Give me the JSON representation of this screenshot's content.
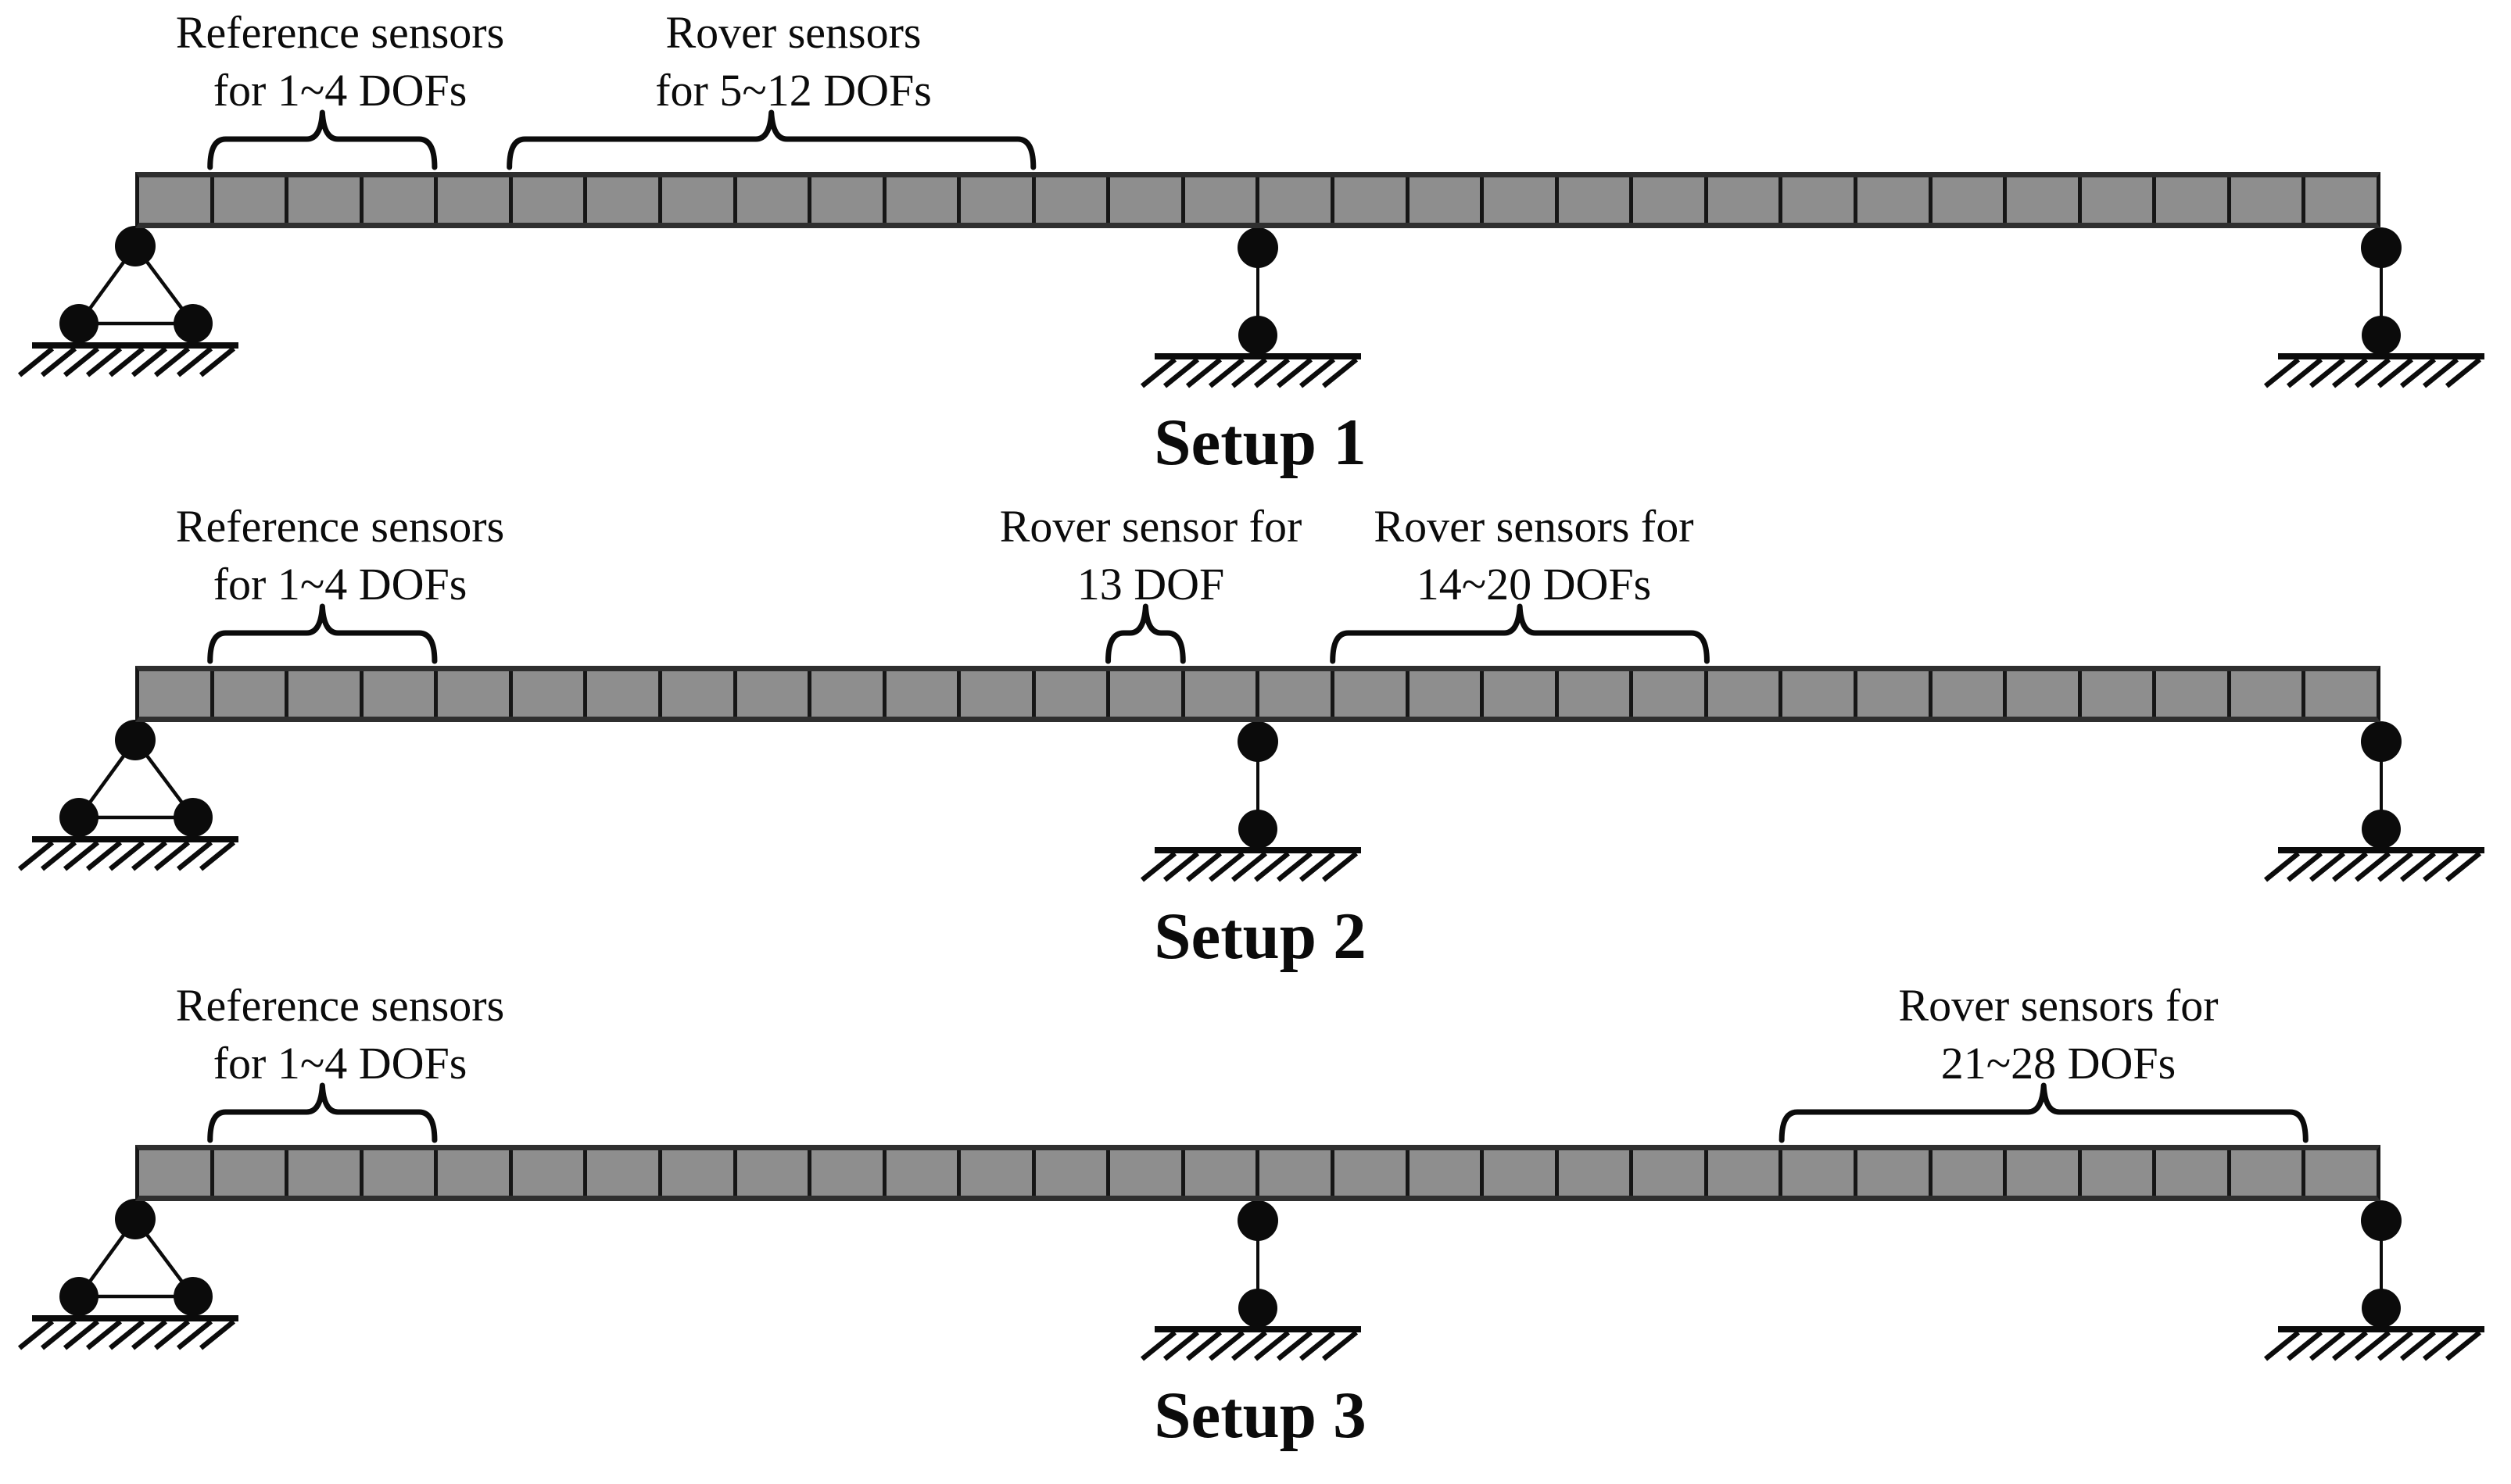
{
  "figure": {
    "colors": {
      "background": "#ffffff",
      "beam_fill": "#8e8e8e",
      "beam_edge": "#2f2f2f",
      "beam_divider": "#161616",
      "ink": "#0b0b0b"
    },
    "beam": {
      "spans": 2,
      "segments_per_span": 15,
      "total_segments": 30
    },
    "supports": [
      "pin",
      "roller",
      "roller"
    ],
    "setups": [
      {
        "caption": "Setup 1",
        "sensor_groups": [
          {
            "type": "reference",
            "dofs": "1~4",
            "line1": "Reference sensors",
            "line2": "for 1~4 DOFs"
          },
          {
            "type": "rover",
            "dofs": "5~12",
            "line1": "Rover sensors",
            "line2": "for 5~12 DOFs"
          }
        ]
      },
      {
        "caption": "Setup 2",
        "sensor_groups": [
          {
            "type": "reference",
            "dofs": "1~4",
            "line1": "Reference sensors",
            "line2": "for 1~4 DOFs"
          },
          {
            "type": "rover",
            "dofs": "13",
            "line1": "Rover sensor for",
            "line2": "13 DOF"
          },
          {
            "type": "rover",
            "dofs": "14~20",
            "line1": "Rover sensors for",
            "line2": "14~20 DOFs"
          }
        ]
      },
      {
        "caption": "Setup 3",
        "sensor_groups": [
          {
            "type": "reference",
            "dofs": "1~4",
            "line1": "Reference sensors",
            "line2": "for 1~4 DOFs"
          },
          {
            "type": "rover",
            "dofs": "21~28",
            "line1": "Rover sensors for",
            "line2": "21~28 DOFs"
          }
        ]
      }
    ]
  }
}
